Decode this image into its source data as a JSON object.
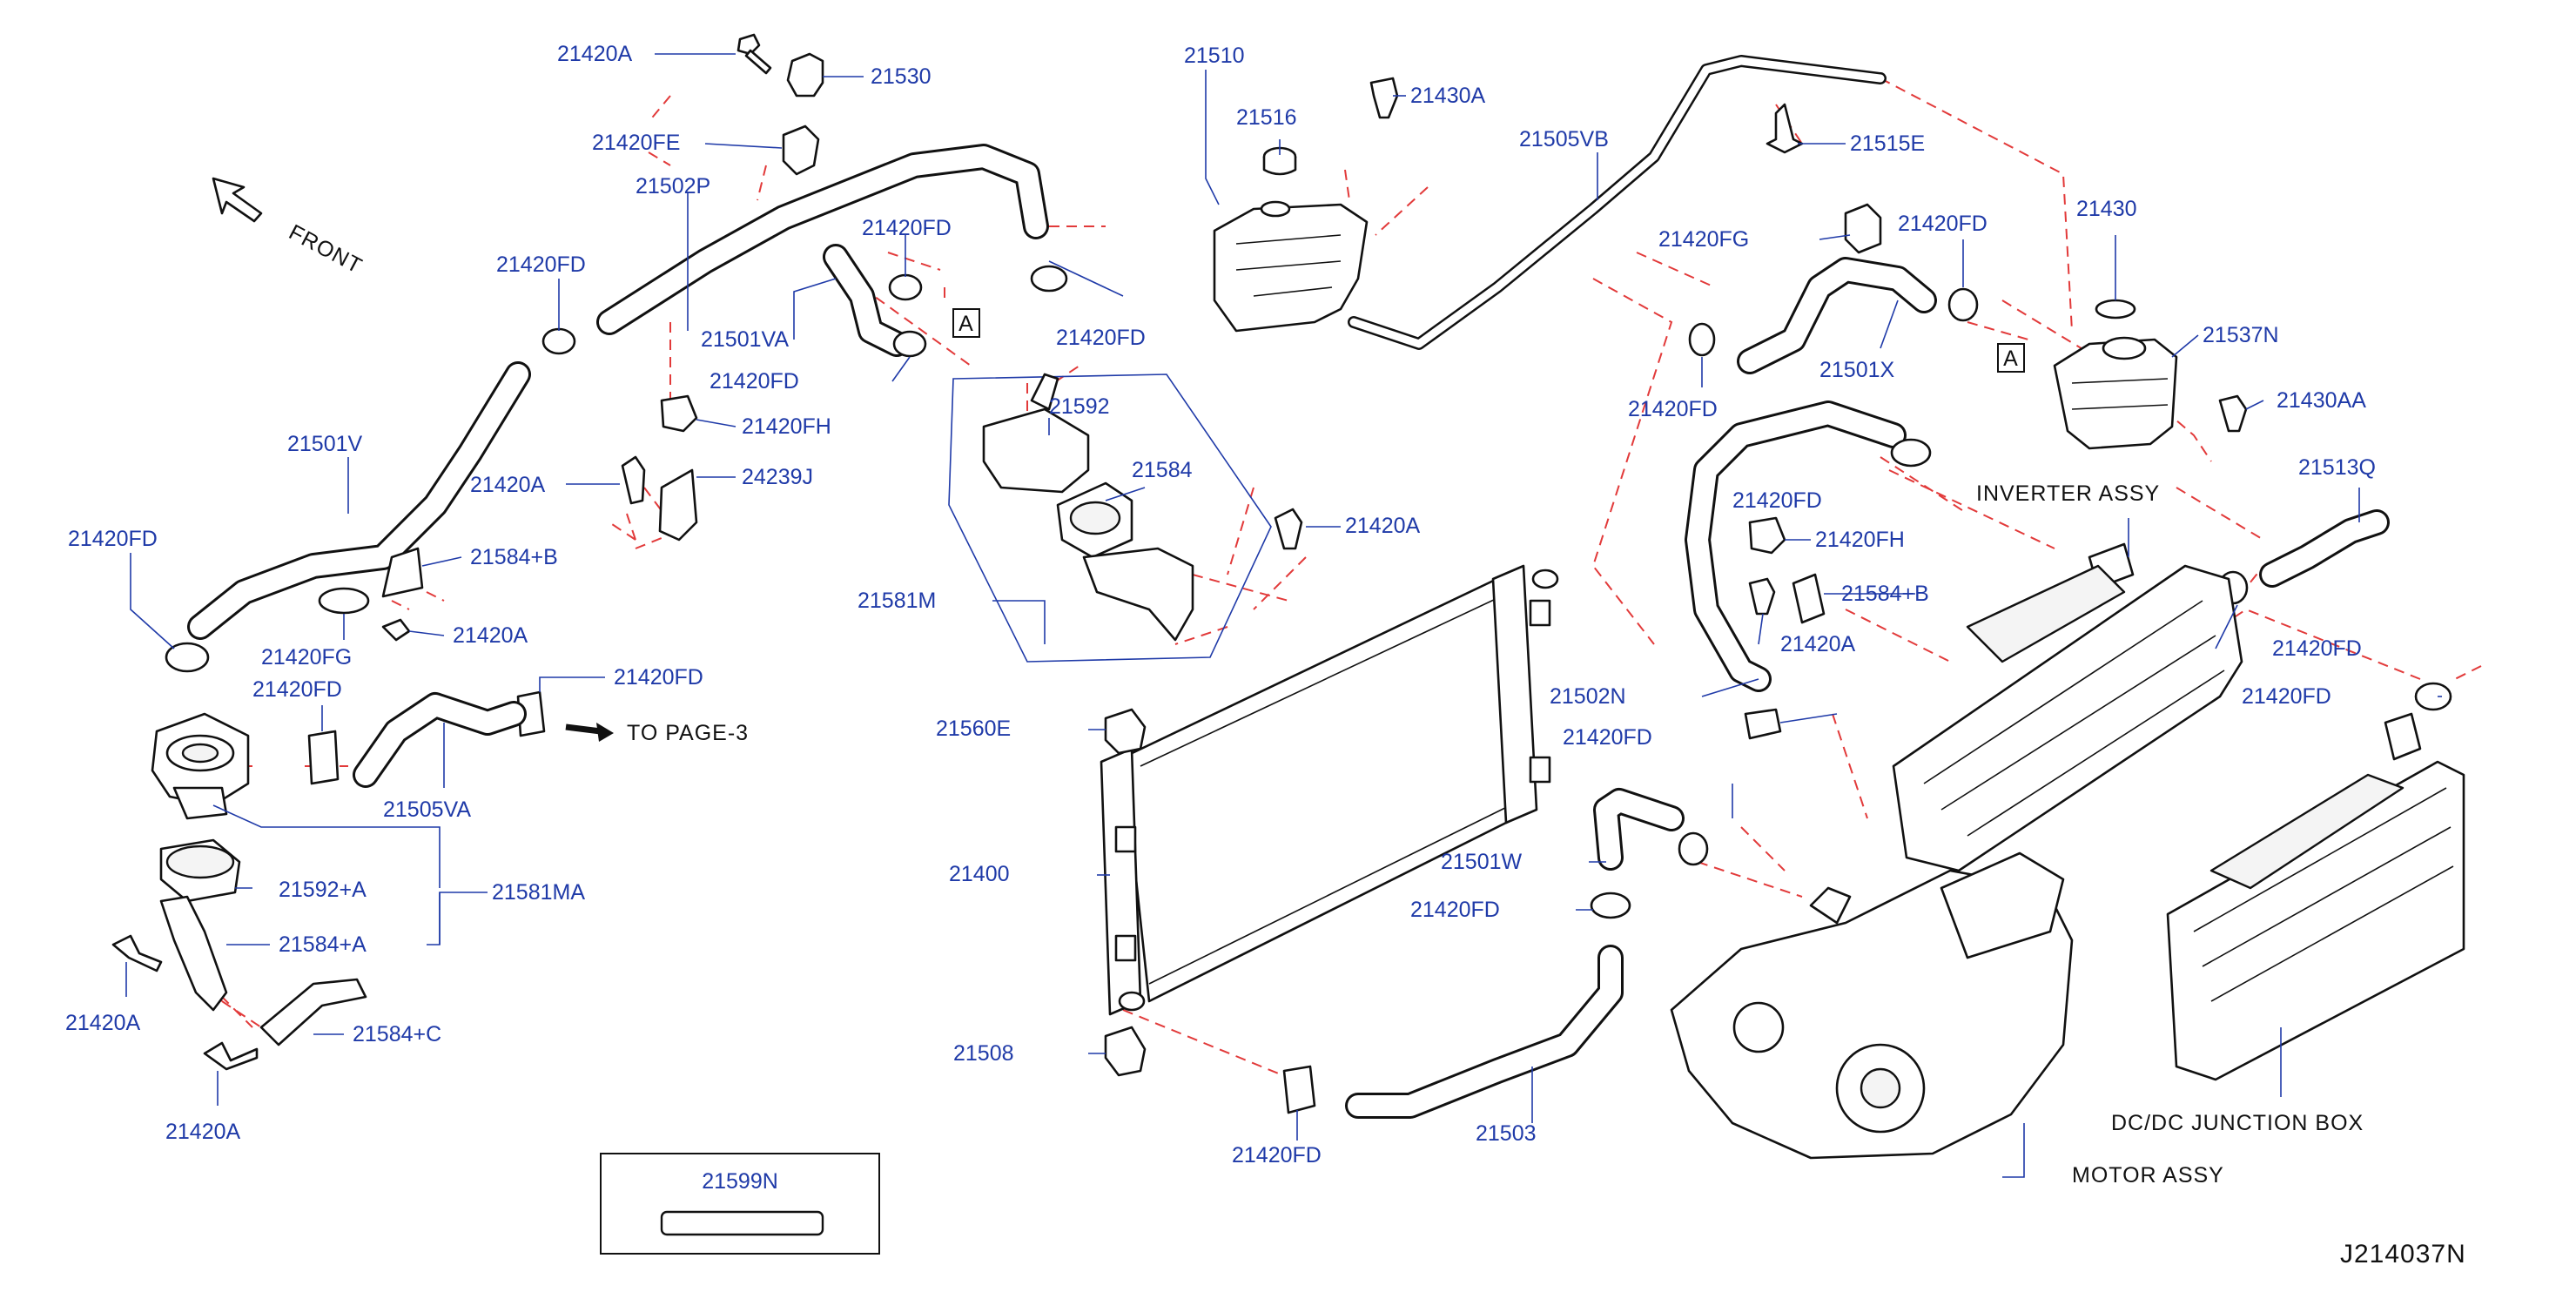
{
  "diagram_id": "J214037N",
  "front_label": "FRONT",
  "to_page_label": "TO   PAGE-3",
  "ref_box_label": "A",
  "legend_part": "21599N",
  "assemblies": {
    "inverter": "INVERTER  ASSY",
    "dcdc": "DC/DC  JUNCTION  BOX",
    "motor": "MOTOR  ASSY"
  },
  "part_labels": [
    "21420A",
    "21530",
    "21420FE",
    "21502P",
    "21420FD",
    "21420FD",
    "21501VA",
    "21420FD",
    "21420FD",
    "21420FH",
    "21420A",
    "24239J",
    "21501V",
    "21420FD",
    "21584+B",
    "21420A",
    "21420FG",
    "21420FD",
    "21420FD",
    "21505VA",
    "21592+A",
    "21581MA",
    "21584+A",
    "21420A",
    "21584+C",
    "21420A",
    "21510",
    "21516",
    "21430A",
    "21505VB",
    "21515E",
    "21592",
    "21584",
    "21420A",
    "21581M",
    "21420FG",
    "21420FD",
    "21430",
    "21537N",
    "21420FD",
    "21501X",
    "21430AA",
    "21513Q",
    "21420FD",
    "21420FH",
    "21584+B",
    "21420A",
    "21420FD",
    "21420FD",
    "21502N",
    "21420FD",
    "21560E",
    "21400",
    "21501W",
    "21420FD",
    "21508",
    "21503",
    "21420FD"
  ],
  "colors": {
    "part_number": "#1f3aa8",
    "leader_line": "#1f3aa8",
    "hidden_line": "#e23a3a",
    "drawing": "#111111",
    "background": "#ffffff"
  }
}
